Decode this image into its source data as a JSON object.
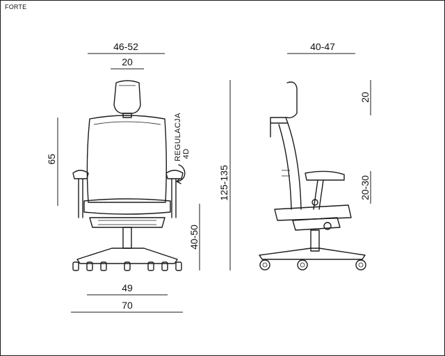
{
  "title": "FORTE",
  "front_view": {
    "width_range": "46-52",
    "headrest_width": "20",
    "back_height": "65",
    "adjustment_label": "REGULACJA",
    "adjustment_value": "4D",
    "seat_height": "40-50",
    "seat_width": "49",
    "base_width": "70"
  },
  "side_view": {
    "depth_range": "40-47",
    "total_height": "125-135",
    "headrest_adjust": "20",
    "armrest_adjust": "20-30"
  }
}
